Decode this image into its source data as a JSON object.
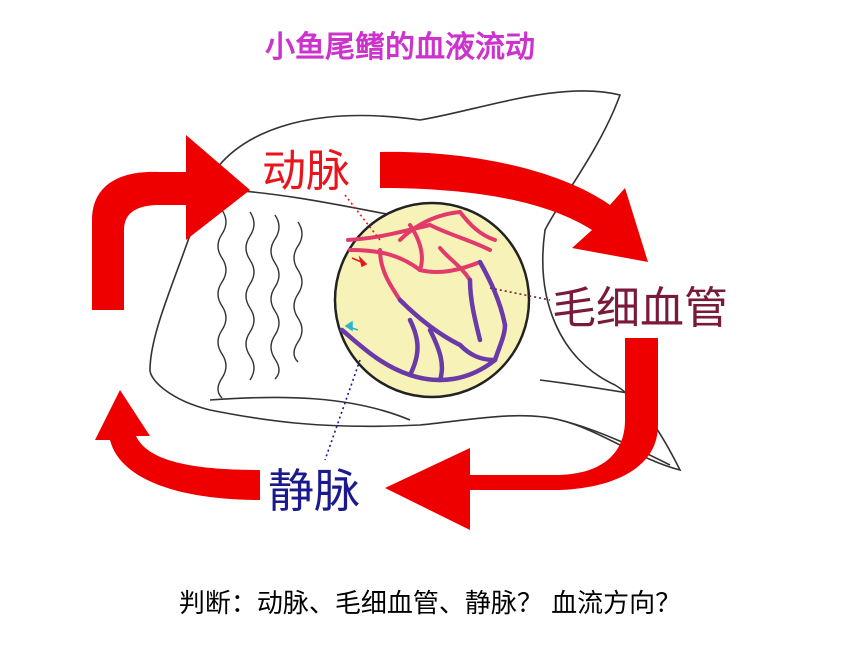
{
  "title": "小鱼尾鳍的血液流动",
  "labels": {
    "artery": "动脉",
    "capillary": "毛细血管",
    "vein": "静脉"
  },
  "question": "判断：动脉、毛细血管、静脉？  血流方向？",
  "colors": {
    "title": "#cc33cc",
    "artery": "#e8161c",
    "capillary": "#7a1a3a",
    "vein": "#1a1a8c",
    "arrow": "#ee0000",
    "circle_fill": "#f7f2b8",
    "artery_vessel": "#e23a6a",
    "vein_vessel": "#6a3aa8"
  }
}
